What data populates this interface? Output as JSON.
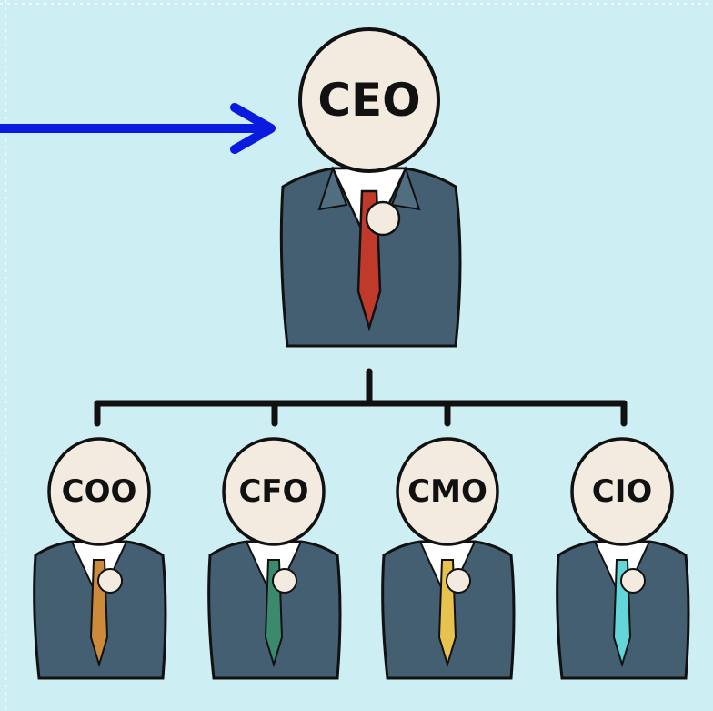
{
  "colors": {
    "background": "#cdeef2",
    "suit": "#455f72",
    "face": "#f4ebe0",
    "line": "#111111",
    "arrow": "#0a1be0"
  },
  "chart": {
    "ceo": {
      "label": "CEO",
      "tie_color": "#c03a2b"
    },
    "reports": [
      {
        "label": "COO",
        "tie_color": "#cc8a3a"
      },
      {
        "label": "CFO",
        "tie_color": "#3b8a6e"
      },
      {
        "label": "CMO",
        "tie_color": "#e8c24e"
      },
      {
        "label": "CIO",
        "tie_color": "#62d6d9"
      }
    ]
  }
}
